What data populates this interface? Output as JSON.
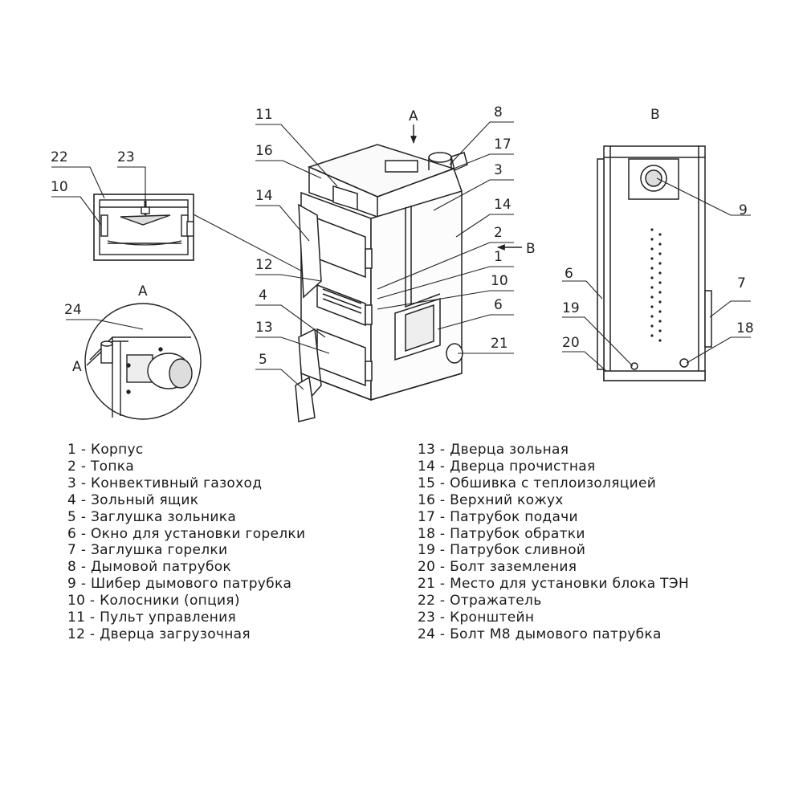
{
  "views": {
    "main_arrow_a": "A",
    "main_arrow_b": "B",
    "section_a_title": "A",
    "section_a_side_label": "A",
    "view_b_title": "B"
  },
  "callouts": {
    "c1": "1",
    "c2": "2",
    "c3": "3",
    "c4": "4",
    "c5": "5",
    "c6": "6",
    "c8": "8",
    "c10": "10",
    "c11": "11",
    "c12": "12",
    "c13": "13",
    "c14a": "14",
    "c14b": "14",
    "c16": "16",
    "c17": "17",
    "c21": "21",
    "d10": "10",
    "d22": "22",
    "d23": "23",
    "d24": "24",
    "b6": "6",
    "b7": "7",
    "b9": "9",
    "b18": "18",
    "b19": "19",
    "b20": "20"
  },
  "legend": {
    "left": [
      "1 - Корпус",
      "2 - Топка",
      "3 - Конвективный газоход",
      "4 - Зольный ящик",
      "5 - Заглушка зольника",
      "6 - Окно для установки горелки",
      "7 - Заглушка горелки",
      "8 - Дымовой патрубок",
      "9 - Шибер дымового патрубка",
      "10 - Колосники (опция)",
      "11 - Пульт управления",
      "12 - Дверца загрузочная"
    ],
    "right": [
      "13 - Дверца зольная",
      "14 - Дверца прочистная",
      "15 - Обшивка с теплоизоляцией",
      "16 - Верхний кожух",
      "17 - Патрубок подачи",
      "18 - Патрубок обратки",
      "19 - Патрубок сливной",
      "20 - Болт заземления",
      "21 - Место для установки блока ТЭН",
      "22 - Отражатель",
      "23 - Кронштейн",
      "24 - Болт М8 дымового патрубка"
    ]
  }
}
